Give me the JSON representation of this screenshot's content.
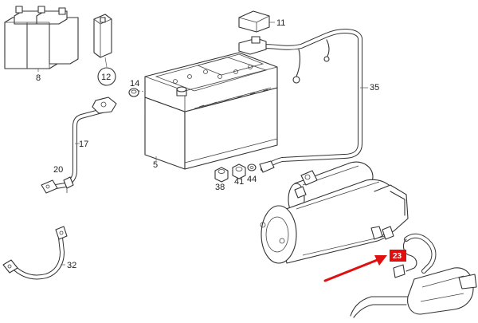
{
  "diagram": {
    "labels": {
      "battery_cells": "8",
      "fuse_block": "12",
      "fuse_box_cover": "11",
      "terminal_cap": "14",
      "battery": "5",
      "ground_cable": "17",
      "bolt": "20",
      "positive_cable": "35",
      "nut_38": "38",
      "nut_41": "41",
      "washer_44": "44",
      "ground_strap": "32",
      "starter_wire": "23"
    },
    "highlight": {
      "part": "23",
      "color": "#e01010"
    }
  }
}
